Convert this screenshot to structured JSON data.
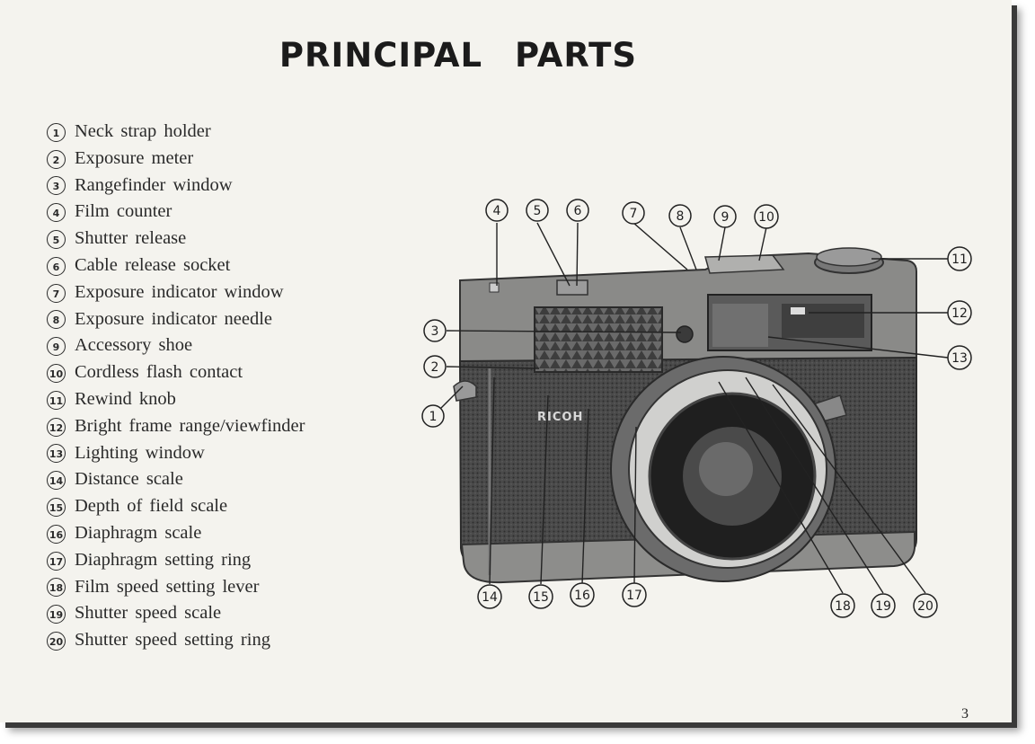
{
  "title": "PRINCIPAL PARTS",
  "parts": [
    {
      "num": "1",
      "label": "Neck strap holder"
    },
    {
      "num": "2",
      "label": "Exposure meter"
    },
    {
      "num": "3",
      "label": "Rangefinder window"
    },
    {
      "num": "4",
      "label": "Film counter"
    },
    {
      "num": "5",
      "label": "Shutter release"
    },
    {
      "num": "6",
      "label": "Cable release socket"
    },
    {
      "num": "7",
      "label": "Exposure indicator window"
    },
    {
      "num": "8",
      "label": "Exposure indicator needle"
    },
    {
      "num": "9",
      "label": "Accessory shoe"
    },
    {
      "num": "10",
      "label": "Cordless flash contact"
    },
    {
      "num": "11",
      "label": "Rewind knob"
    },
    {
      "num": "12",
      "label": "Bright frame range/viewfinder"
    },
    {
      "num": "13",
      "label": "Lighting window"
    },
    {
      "num": "14",
      "label": "Distance scale"
    },
    {
      "num": "15",
      "label": "Depth of field scale"
    },
    {
      "num": "16",
      "label": "Diaphragm scale"
    },
    {
      "num": "17",
      "label": "Diaphragm setting ring"
    },
    {
      "num": "18",
      "label": "Film speed setting lever"
    },
    {
      "num": "19",
      "label": "Shutter speed scale"
    },
    {
      "num": "20",
      "label": "Shutter speed setting ring"
    }
  ],
  "camera": {
    "brand": "RICOH",
    "callouts": [
      "1",
      "2",
      "3",
      "4",
      "5",
      "6",
      "7",
      "8",
      "9",
      "10",
      "11",
      "12",
      "13",
      "14",
      "15",
      "16",
      "17",
      "18",
      "19",
      "20"
    ]
  },
  "page_number": "3"
}
